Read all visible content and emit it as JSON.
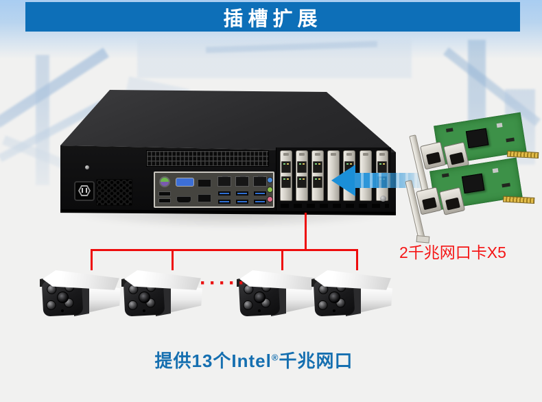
{
  "banner": {
    "title": "插槽扩展"
  },
  "labels": {
    "nic_card_label": "2千兆网口卡X5",
    "ellipsis": "·····",
    "caption_prefix": "提供13个Intel",
    "caption_reg": "®",
    "caption_suffix": "千兆网口"
  },
  "colors": {
    "banner_blue": "#0d6fb8",
    "topband_blue": "#a9cdf1",
    "accent_red": "#ee0c0c",
    "caption_blue": "#156fb0",
    "nic_pcb_green": "#3d9148"
  },
  "hardware": {
    "expansion_brackets": 7,
    "dual_lan_cards_installed": 5,
    "floating_nic_cards": 2,
    "cameras": 4,
    "io_lan_ports": 3
  }
}
